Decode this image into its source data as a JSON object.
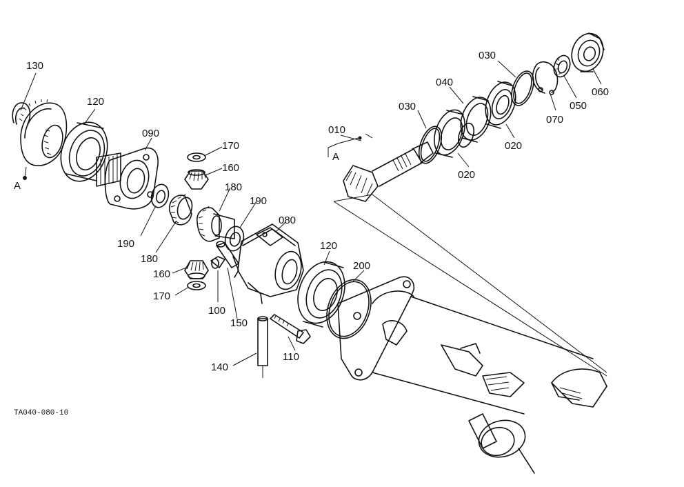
{
  "diagram": {
    "figure_code": "TA040-080-10",
    "labels": {
      "p130": "130",
      "p120a": "120",
      "p090": "090",
      "p170a": "170",
      "p160a": "160",
      "p180a": "180",
      "p190a": "190",
      "p080": "080",
      "p190b": "190",
      "p180b": "180",
      "p160b": "160",
      "p170b": "170",
      "p100": "100",
      "p150": "150",
      "p120b": "120",
      "p200": "200",
      "p140": "140",
      "p110": "110",
      "p010": "010",
      "p030a": "030",
      "p040": "040",
      "p030b": "030",
      "p020a": "020",
      "p020b": "020",
      "p070": "070",
      "p050": "050",
      "p060": "060",
      "refA1": "A",
      "refA2": "A"
    }
  }
}
